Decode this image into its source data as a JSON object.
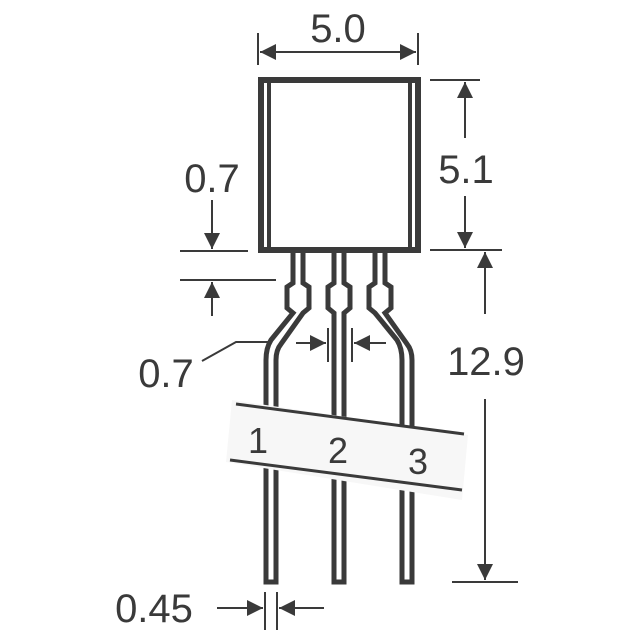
{
  "diagram": {
    "type": "mechanical-dimension-drawing",
    "subject": "3-lead through-hole transistor package outline",
    "line_color": "#3a3a3a",
    "background": "#ffffff",
    "pin_band_fill": "#f7f7f7",
    "dimensions": {
      "body_width": "5.0",
      "body_height": "5.1",
      "lead_neck_height": "0.7",
      "lead_pitch_width": "0.7",
      "lead_length": "12.9",
      "lead_width": "0.45"
    },
    "pins": [
      "1",
      "2",
      "3"
    ]
  }
}
